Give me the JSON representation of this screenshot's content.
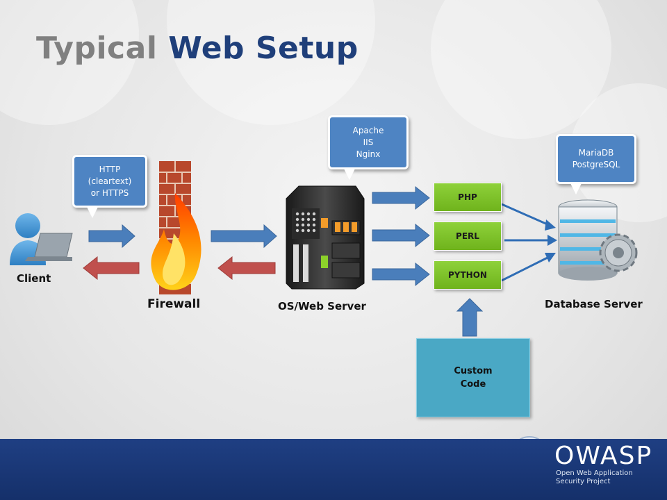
{
  "title": {
    "part1": "Typical",
    "part2": "Web Setup"
  },
  "bubbles": {
    "protocol": "HTTP\n(cleartext)\nor HTTPS",
    "webserver": "Apache\nIIS\nNginx",
    "database": "MariaDB\nPostgreSQL"
  },
  "nodes": {
    "client": "Client",
    "firewall": "Firewall",
    "webserver": "OS/Web Server",
    "database": "Database Server",
    "custom_code": "Custom\nCode"
  },
  "languages": [
    "PHP",
    "PERL",
    "PYTHON"
  ],
  "footer": {
    "logo_text": "OWASP",
    "tagline_line1": "Open Web Application",
    "tagline_line2": "Security Project"
  },
  "colors": {
    "title_gray": "#808080",
    "title_blue": "#1f3f7a",
    "arrow_blue": "#4a7ebb",
    "arrow_red": "#c0504d",
    "language_green": "#7bc22a",
    "custom_code_teal": "#4aa8c5",
    "footer_blue": "#1f3f83"
  }
}
